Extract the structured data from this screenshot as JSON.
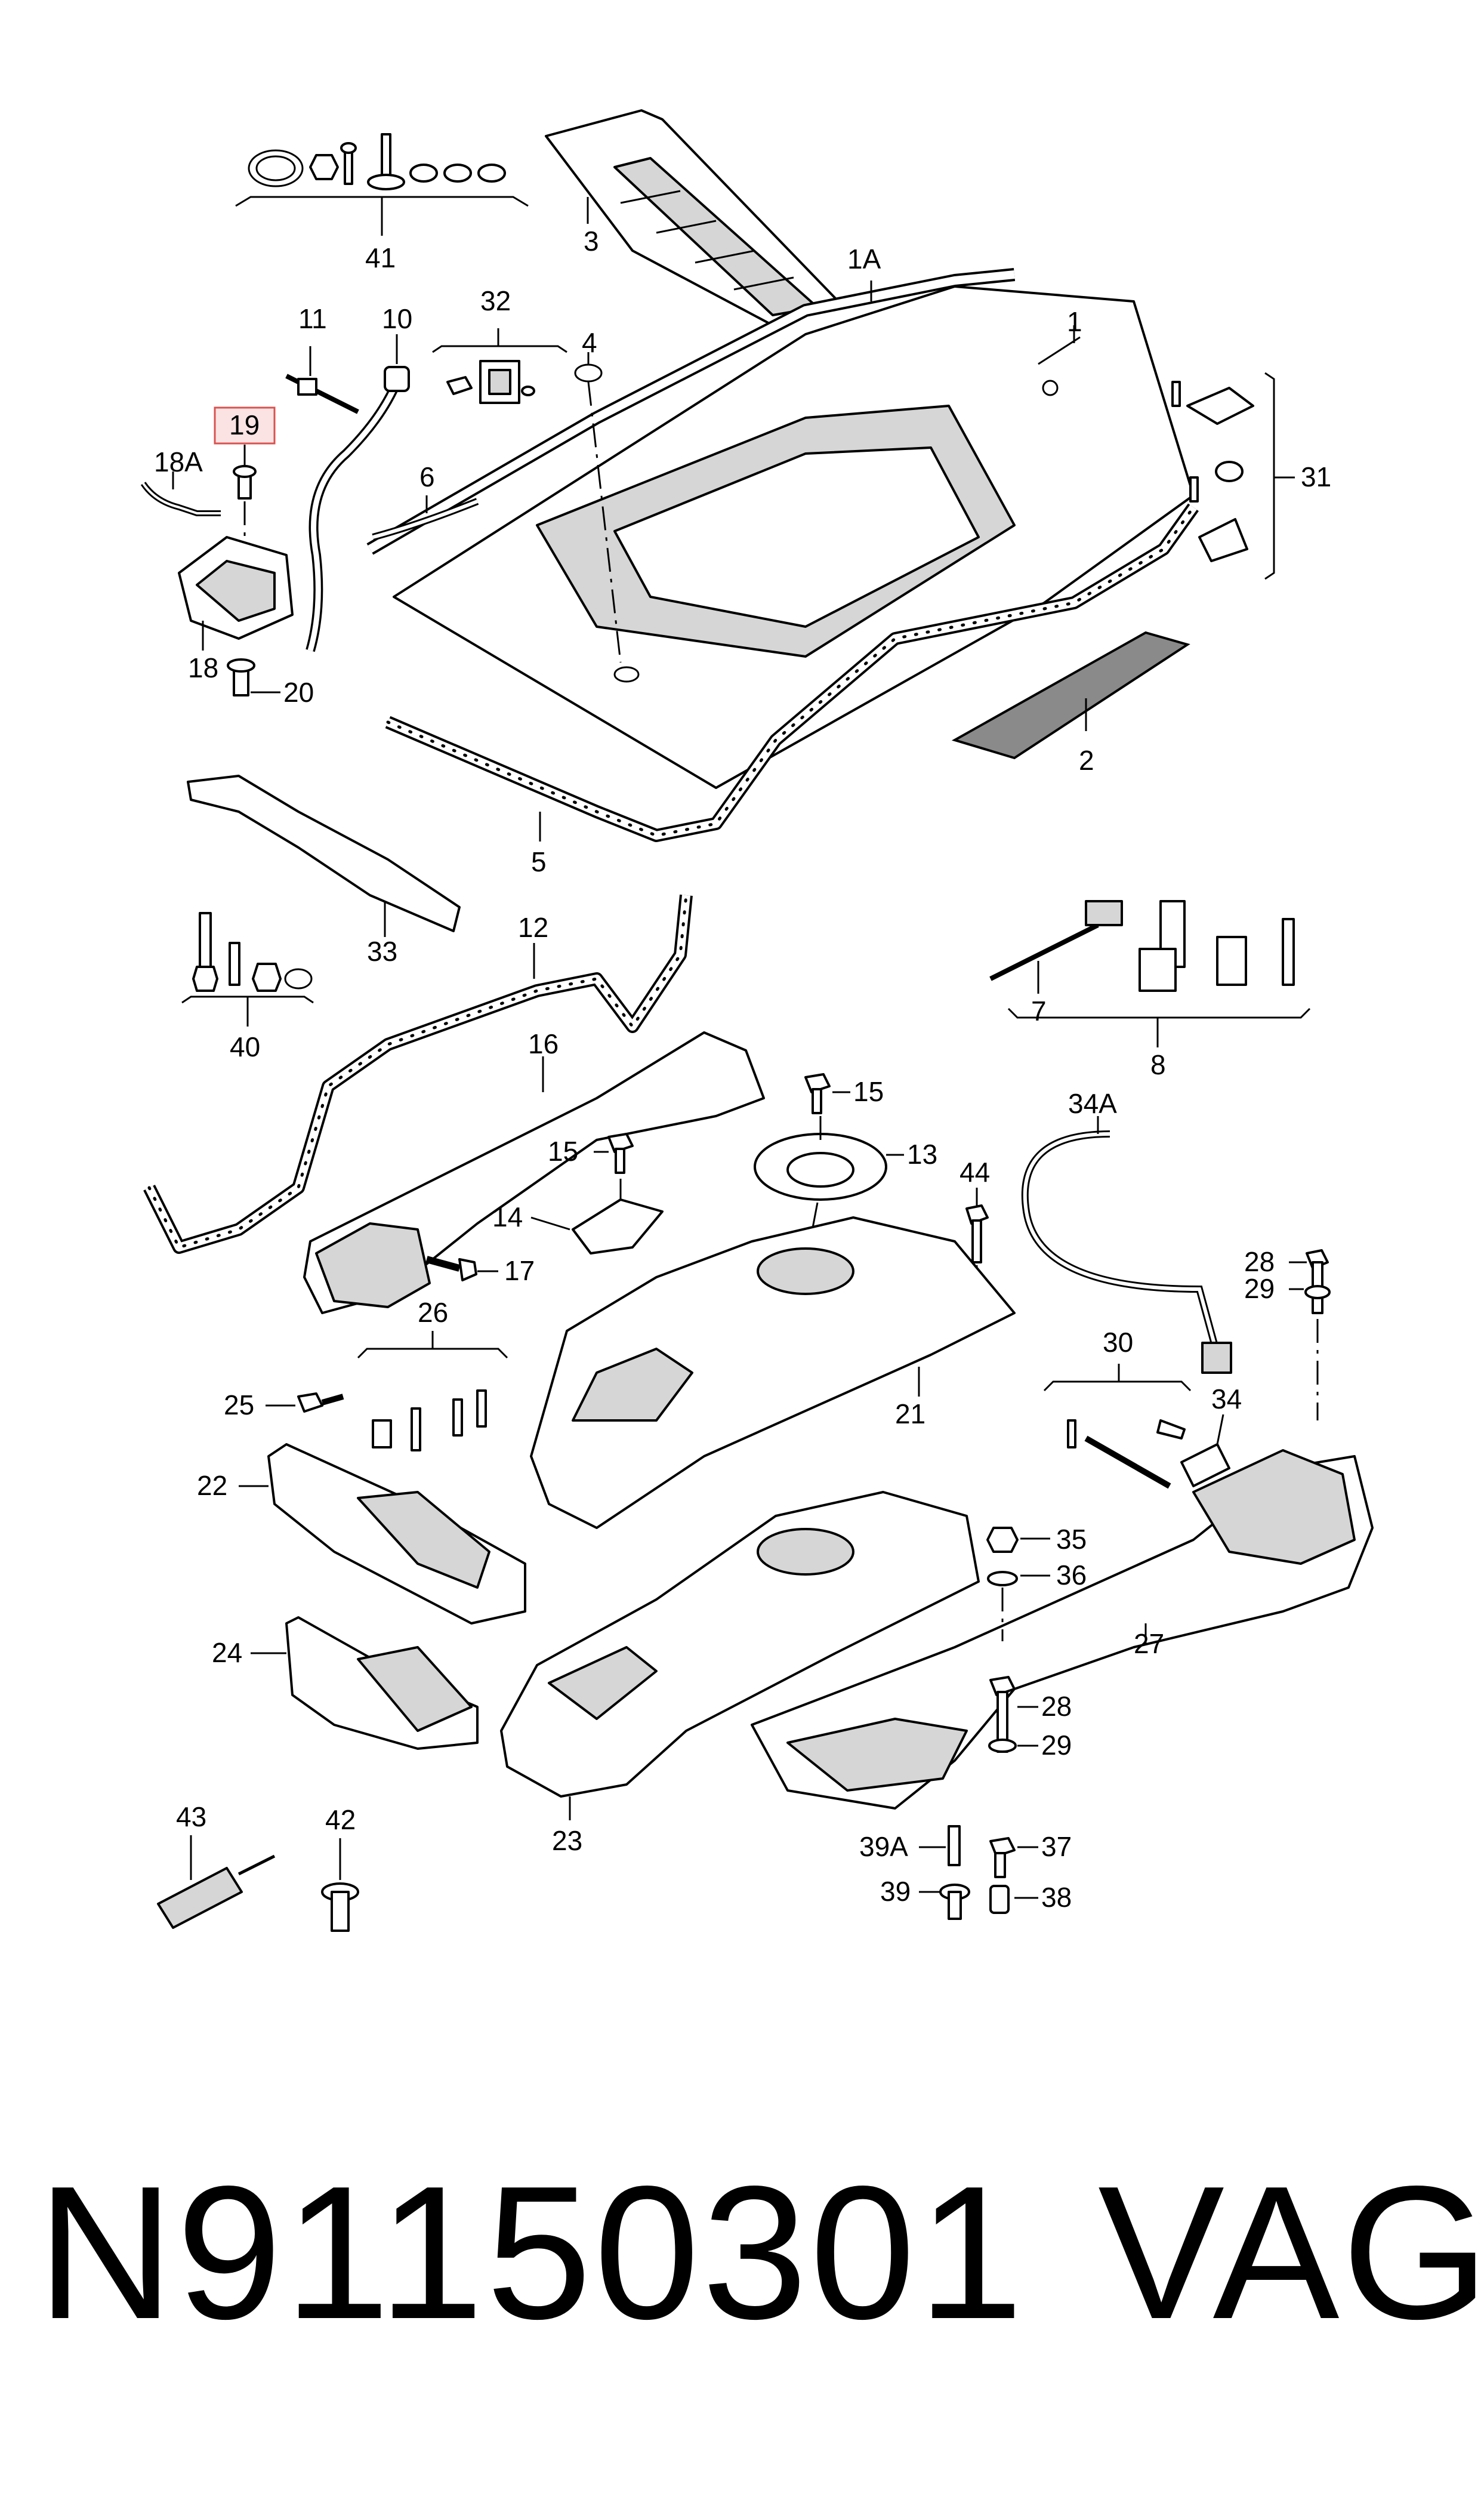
{
  "highlight_color": "#d9534f",
  "highlight_fill": "#fbe3e4",
  "highlighted_label": "19",
  "labels": {
    "l1": "1",
    "l1A": "1A",
    "l2": "2",
    "l3": "3",
    "l4": "4",
    "l5": "5",
    "l6": "6",
    "l7": "7",
    "l8": "8",
    "l10": "10",
    "l11": "11",
    "l12": "12",
    "l13": "13",
    "l14": "14",
    "l15a": "15",
    "l15b": "15",
    "l16": "16",
    "l17": "17",
    "l18": "18",
    "l18A": "18A",
    "l19": "19",
    "l20": "20",
    "l21": "21",
    "l22": "22",
    "l23": "23",
    "l24": "24",
    "l25": "25",
    "l26": "26",
    "l27": "27",
    "l28a": "28",
    "l28b": "28",
    "l29a": "29",
    "l29b": "29",
    "l30": "30",
    "l31": "31",
    "l32": "32",
    "l33": "33",
    "l34": "34",
    "l34A": "34A",
    "l35": "35",
    "l36": "36",
    "l37": "37",
    "l38": "38",
    "l39": "39",
    "l39A": "39A",
    "l40": "40",
    "l41": "41",
    "l42": "42",
    "l43": "43",
    "l44": "44"
  },
  "footer": {
    "part_number": "N91150301",
    "brand": "VAG"
  }
}
